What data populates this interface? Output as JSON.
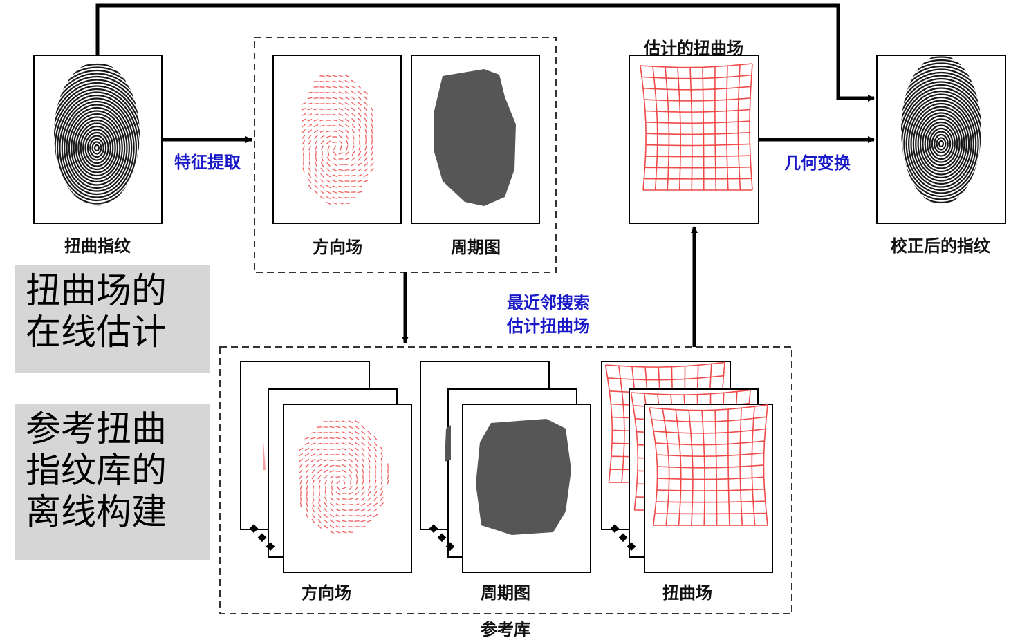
{
  "labels": {
    "distorted_fingerprint": "扭曲指纹",
    "feature_extraction": "特征提取",
    "orientation_field": "方向场",
    "period_map": "周期图",
    "estimated_distortion_field": "估计的扭曲场",
    "geometric_transform": "几何变换",
    "corrected_fingerprint": "校正后的指纹",
    "nn_search_line1": "最近邻搜索",
    "nn_search_line2": "估计扭曲场",
    "db_orientation_field": "方向场",
    "db_period_map": "周期图",
    "db_distortion_field": "扭曲场",
    "reference_db": "参考库"
  },
  "notes": {
    "online": [
      "扭曲场的",
      "在线估计"
    ],
    "offline": [
      "参考扭曲",
      "指纹库的",
      "离线构建"
    ]
  },
  "colors": {
    "grid": "#f04a4a",
    "orientation": "#f06060",
    "period": "#565656",
    "label_blue": "#1919c8",
    "note_bg": "#d6d6d6"
  }
}
